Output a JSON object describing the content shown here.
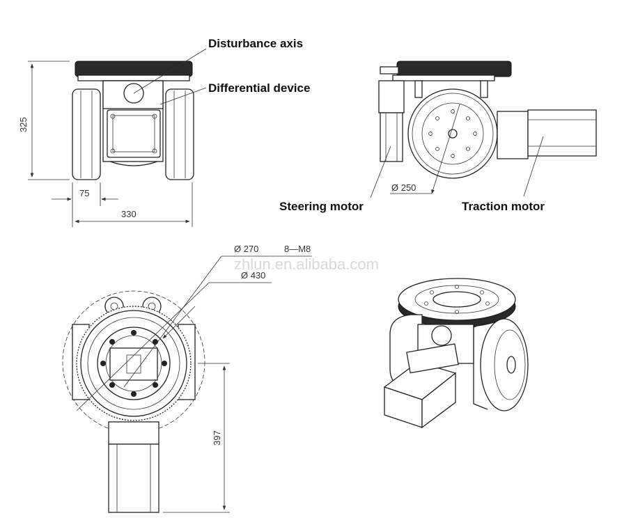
{
  "labels": {
    "disturbance_axis": "Disturbance axis",
    "differential_device": "Differential device",
    "steering_motor": "Steering motor",
    "traction_motor": "Traction motor"
  },
  "dimensions": {
    "height_325": "325",
    "width_75": "75",
    "width_330": "330",
    "dia_250": "Ø 250",
    "dia_270": "Ø 270",
    "bolts_8m8": "8—M8",
    "dia_430": "Ø 430",
    "length_397": "397"
  },
  "watermark": "zhlun.en.alibaba.com"
}
